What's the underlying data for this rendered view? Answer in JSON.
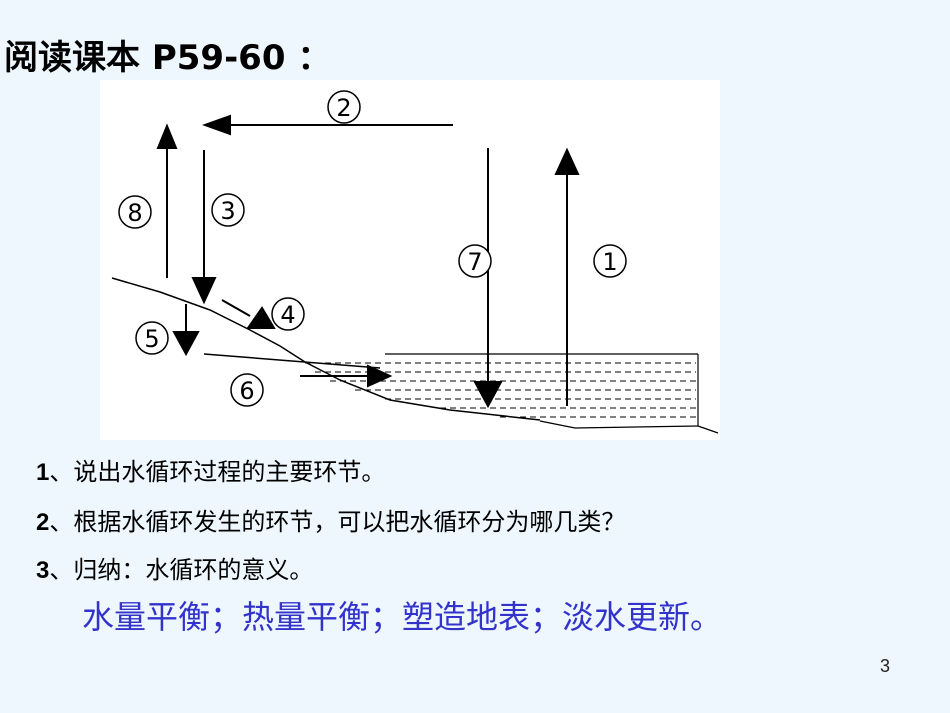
{
  "title": "阅读课本 P59-60 ：",
  "diagram": {
    "labels": {
      "n1": "1",
      "n2": "2",
      "n3": "3",
      "n4": "4",
      "n5": "5",
      "n6": "6",
      "n7": "7",
      "n8": "8"
    }
  },
  "questions": [
    {
      "num": "1",
      "text": "、说出水循环过程的主要环节。"
    },
    {
      "num": "2",
      "text": "、根据水循环发生的环节，可以把水循环分为哪几类？"
    },
    {
      "num": "3",
      "text": "、归纳：水循环的意义。"
    }
  ],
  "answer": "水量平衡；热量平衡；塑造地表；淡水更新。",
  "page_number": "3"
}
